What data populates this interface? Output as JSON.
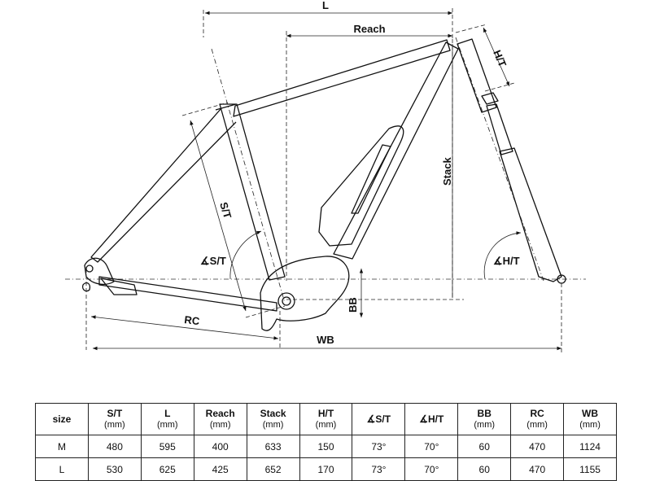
{
  "labels": {
    "L": "L",
    "reach": "Reach",
    "ht": "H/T",
    "st": "S/T",
    "stack": "Stack",
    "st_angle": "∡S/T",
    "ht_angle": "∡H/T",
    "rc": "RC",
    "bb": "BB",
    "wb": "WB"
  },
  "table": {
    "headers": [
      {
        "name": "size",
        "unit": ""
      },
      {
        "name": "S/T",
        "unit": "(mm)"
      },
      {
        "name": "L",
        "unit": "(mm)"
      },
      {
        "name": "Reach",
        "unit": "(mm)"
      },
      {
        "name": "Stack",
        "unit": "(mm)"
      },
      {
        "name": "H/T",
        "unit": "(mm)"
      },
      {
        "name": "∡S/T",
        "unit": ""
      },
      {
        "name": "∡H/T",
        "unit": ""
      },
      {
        "name": "BB",
        "unit": "(mm)"
      },
      {
        "name": "RC",
        "unit": "(mm)"
      },
      {
        "name": "WB",
        "unit": "(mm)"
      }
    ],
    "rows": [
      [
        "M",
        "480",
        "595",
        "400",
        "633",
        "150",
        "73°",
        "70°",
        "60",
        "470",
        "1124"
      ],
      [
        "L",
        "530",
        "625",
        "425",
        "652",
        "170",
        "73°",
        "70°",
        "60",
        "470",
        "1155"
      ]
    ]
  }
}
